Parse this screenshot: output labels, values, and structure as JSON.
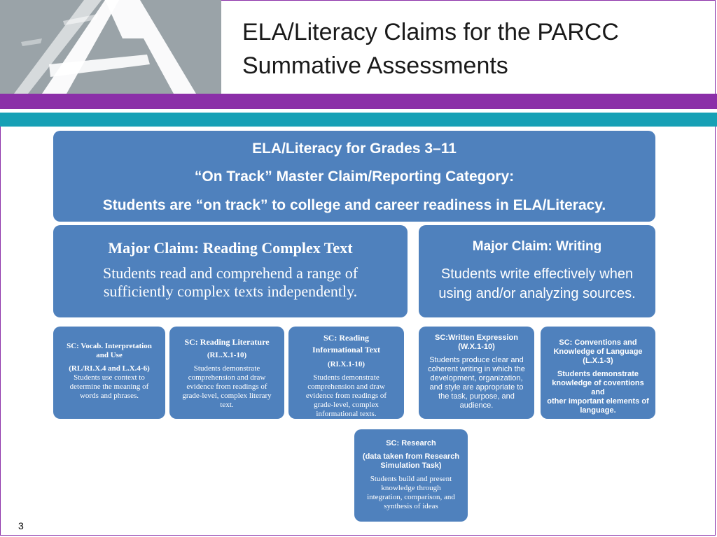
{
  "slide": {
    "title_line1": "ELA/Literacy Claims for the PARCC",
    "title_line2": "Summative Assessments",
    "page_number": "3"
  },
  "master": {
    "line1": "ELA/Literacy for Grades 3–11",
    "line2": "“On Track” Master Claim/Reporting Category:",
    "line3": "Students are “on track” to college and career readiness in ELA/Literacy."
  },
  "claims": {
    "reading": {
      "title": "Major Claim: Reading Complex Text",
      "body_line1": "Students read and comprehend a range of",
      "body_line2": "sufficiently complex texts independently."
    },
    "writing": {
      "title": "Major Claim:  Writing",
      "body_line1": "Students write effectively when",
      "body_line2": "using and/or analyzing sources."
    }
  },
  "sub_claims": {
    "vocab": {
      "title_line1": "SC: Vocab. Interpretation",
      "title_line2": "and Use",
      "code": "(RL/RI.X.4 and L.X.4-6)",
      "body_line1": "Students use context to",
      "body_line2": "determine the meaning of",
      "body_line3": "words and phrases."
    },
    "literature": {
      "title": "SC: Reading Literature",
      "code": "(RL.X.1-10)",
      "body_line1": "Students demonstrate",
      "body_line2": "comprehension and draw",
      "body_line3": "evidence from readings of",
      "body_line4": "grade-level, complex literary",
      "body_line5": "text."
    },
    "informational": {
      "title_line1": "SC: Reading",
      "title_line2": "Informational Text",
      "code": "(RI.X.1-10)",
      "body_line1": "Students demonstrate",
      "body_line2": "comprehension and draw",
      "body_line3": "evidence from readings of",
      "body_line4": "grade-level, complex",
      "body_line5": "informational texts."
    },
    "written_expression": {
      "title": "SC:Written Expression",
      "code": "(W.X.1-10)",
      "body_line1": "Students produce clear and",
      "body_line2": "coherent writing in which the",
      "body_line3": "development, organization,",
      "body_line4": "and style  are appropriate to",
      "body_line5": "the task, purpose, and",
      "body_line6": "audience."
    },
    "conventions": {
      "title_line1": "SC:  Conventions and",
      "title_line2": "Knowledge of Language",
      "code": "(L.X.1-3)",
      "body_line1": "Students demonstrate",
      "body_line2": "knowledge of coventions and",
      "body_line3": "other important elements of",
      "body_line4": "language."
    },
    "research": {
      "title": "SC:  Research",
      "note_line1": "(data taken from Research",
      "note_line2": "Simulation Task)",
      "body_line1": "Students build and present",
      "body_line2": "knowledge through",
      "body_line3": "integration, comparison, and",
      "body_line4": "synthesis of ideas"
    }
  }
}
